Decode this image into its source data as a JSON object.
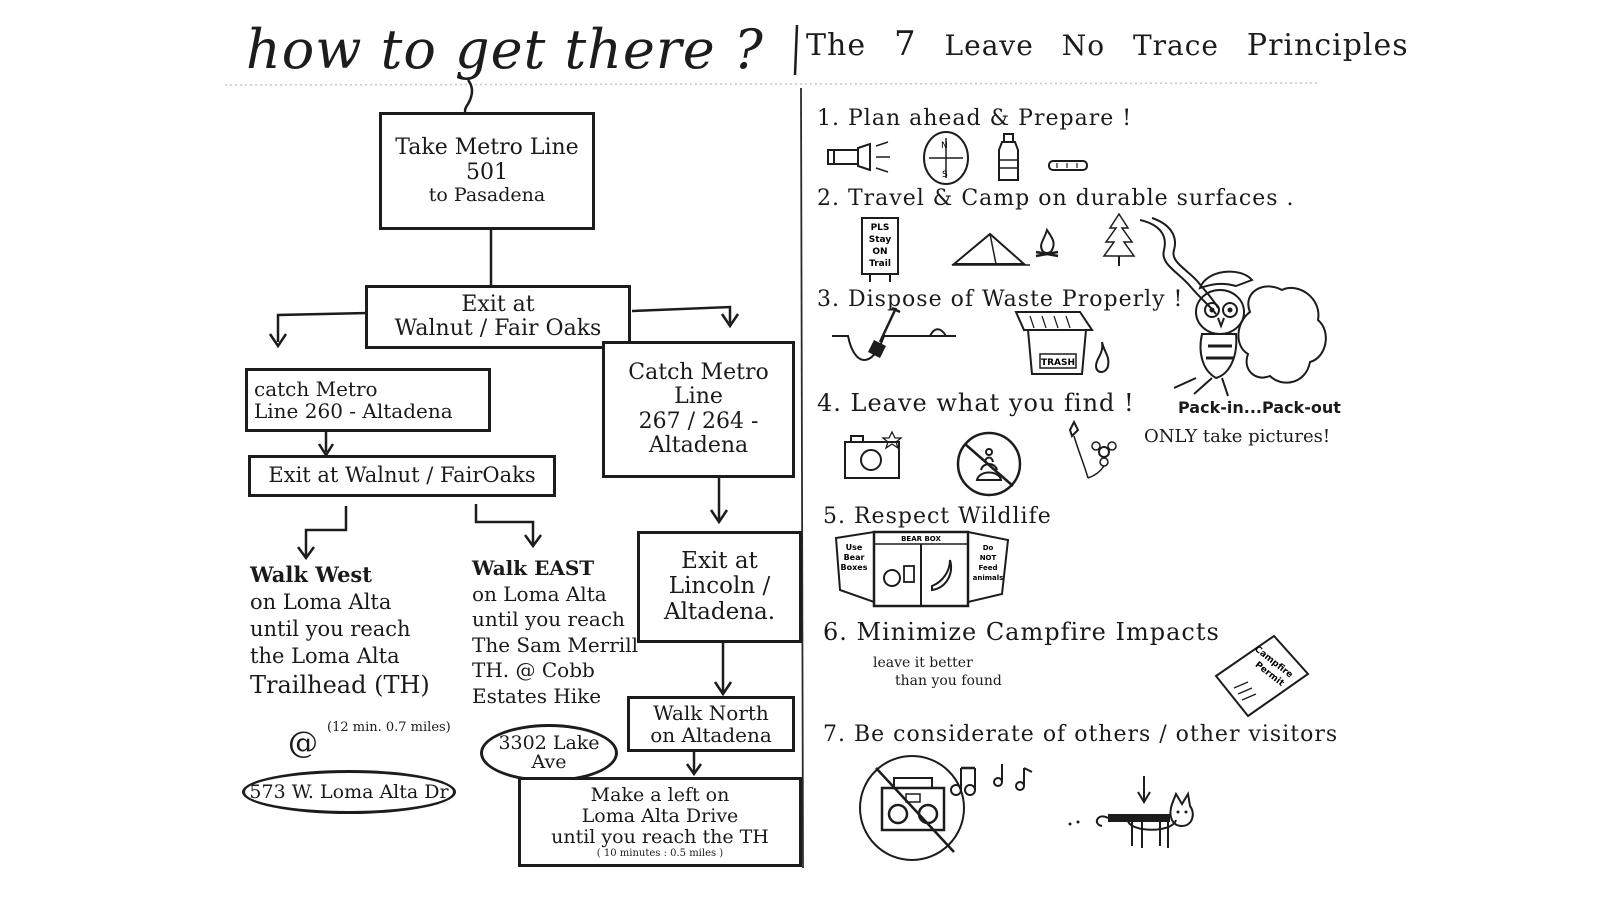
{
  "left": {
    "title": "how to get there ?",
    "boxes": {
      "start": [
        "Take Metro Line",
        "501",
        "to Pasadena"
      ],
      "exit_walnut": [
        "Exit at",
        "Walnut / Fair Oaks"
      ],
      "metro_260": [
        "catch Metro",
        "Line 260 - Altadena"
      ],
      "metro_267": [
        "Catch Metro",
        "Line",
        "267 / 264 -",
        "Altadena"
      ],
      "exit_walnut2": [
        "Exit at Walnut / FairOaks"
      ],
      "exit_lincoln": [
        "Exit at",
        "Lincoln /",
        "Altadena."
      ],
      "walk_north": [
        "Walk North",
        "on Altadena"
      ],
      "make_left": [
        "Make a left on",
        "Loma Alta Drive",
        "until you reach the TH",
        "( 10 minutes : 0.5 miles )"
      ]
    },
    "texts": {
      "walk_west": [
        "Walk West",
        "on Loma Alta",
        "until you reach",
        "the Loma Alta",
        "Trailhead (TH)"
      ],
      "walk_west_time": "(12 min. 0.7 miles)",
      "at_sign": "@",
      "walk_east": [
        "Walk EAST",
        "on Loma Alta",
        "until you reach",
        "The Sam Merrill",
        "TH. @ Cobb",
        "Estates Hike"
      ]
    },
    "ovals": {
      "west_address": "573 W. Loma Alta Dr",
      "east_address": [
        "3302 Lake",
        "Ave"
      ]
    }
  },
  "right": {
    "title_words": [
      "The",
      "7",
      "Leave",
      "No",
      "Trace",
      "Principles"
    ],
    "principles": [
      "1. Plan ahead & Prepare !",
      "2. Travel & Camp on durable surfaces .",
      "3. Dispose of Waste Properly !",
      "4. Leave what you find !",
      "5. Respect Wildlife",
      "6. Minimize Campfire Impacts",
      "7. Be considerate of others / other visitors"
    ],
    "notes": {
      "pack": "Pack-in...Pack-out",
      "pictures": "ONLY take pictures!",
      "better": [
        "leave it better",
        "than you found"
      ],
      "sign": [
        "PLS",
        "Stay",
        "ON",
        "Trail"
      ],
      "trash": "TRASH",
      "compass": [
        "N",
        "S"
      ],
      "bear_box": "BEAR BOX",
      "bear_left": [
        "Use",
        "Bear",
        "Boxes"
      ],
      "bear_right": [
        "Do",
        "NOT",
        "Feed",
        "animals"
      ],
      "permit": [
        "Campfire",
        "Permit"
      ]
    }
  }
}
